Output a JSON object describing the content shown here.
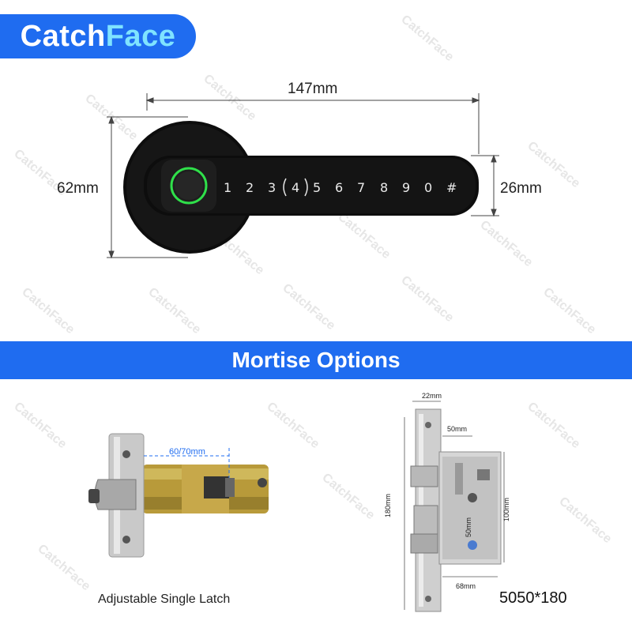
{
  "brand": {
    "text_main": "Catch",
    "text_accent": "Face",
    "watermark": "CatchFace"
  },
  "dimensions": {
    "width": "147mm",
    "height": "62mm",
    "handle_height": "26mm"
  },
  "keypad": {
    "keys": [
      "1",
      "2",
      "3",
      "4",
      "5",
      "6",
      "7",
      "8",
      "9",
      "0",
      "#"
    ]
  },
  "banner": {
    "title": "Mortise Options"
  },
  "latch": {
    "caption": "Adjustable Single Latch",
    "length": "60/70mm"
  },
  "mortise": {
    "model": "5050*180",
    "faceplate_width": "22mm",
    "backset": "50mm",
    "length": "180mm",
    "body_height": "100mm",
    "spacing": "50mm",
    "body_width": "68mm"
  },
  "colors": {
    "brand_blue": "#1f6cf0",
    "accent_cyan": "#7fe3ff",
    "fingerprint_green": "#2fe04a"
  }
}
